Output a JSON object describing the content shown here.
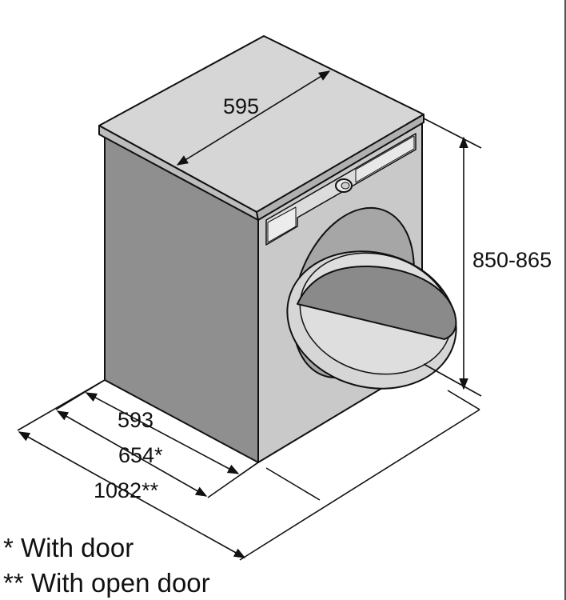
{
  "dimensions": {
    "width": "595",
    "height": "850-865",
    "depth": "593",
    "depth_with_door": "654*",
    "depth_with_open_door": "1082**"
  },
  "footnotes": {
    "with_door": "* With door",
    "with_open_door": "** With open door"
  },
  "colors": {
    "line": "#111111",
    "side_panel": "#8f8f8f",
    "front_panel": "#c9c9c9",
    "top_panel": "#d6d6d6",
    "drum_interior": "#8a8a8a"
  }
}
